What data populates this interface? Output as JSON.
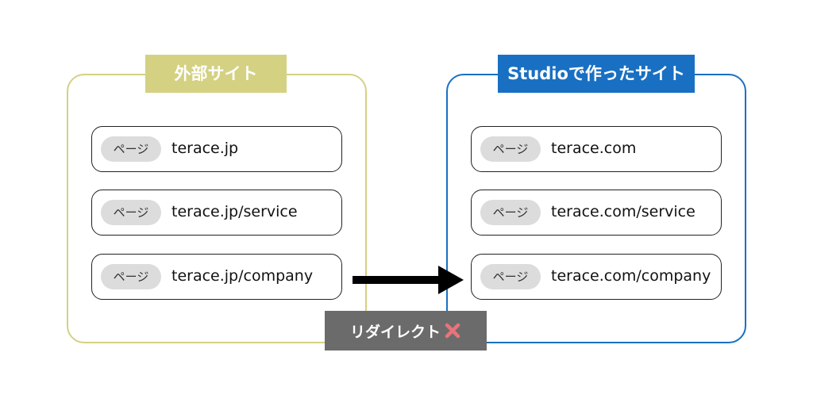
{
  "external_site": {
    "title": "外部サイト",
    "color": "#d4d183",
    "pages": [
      {
        "tag": "ページ",
        "url": "terace.jp"
      },
      {
        "tag": "ページ",
        "url": "terace.jp/service"
      },
      {
        "tag": "ページ",
        "url": "terace.jp/company"
      }
    ]
  },
  "studio_site": {
    "title": "Studioで作ったサイト",
    "color": "#1970c2",
    "pages": [
      {
        "tag": "ページ",
        "url": "terace.com"
      },
      {
        "tag": "ページ",
        "url": "terace.com/service"
      },
      {
        "tag": "ページ",
        "url": "terace.com/company"
      }
    ]
  },
  "redirect": {
    "label": "リダイレクト",
    "status_icon": "cross-mark-icon",
    "label_color": "#6b6b6b",
    "cross_color": "#e8747c"
  }
}
